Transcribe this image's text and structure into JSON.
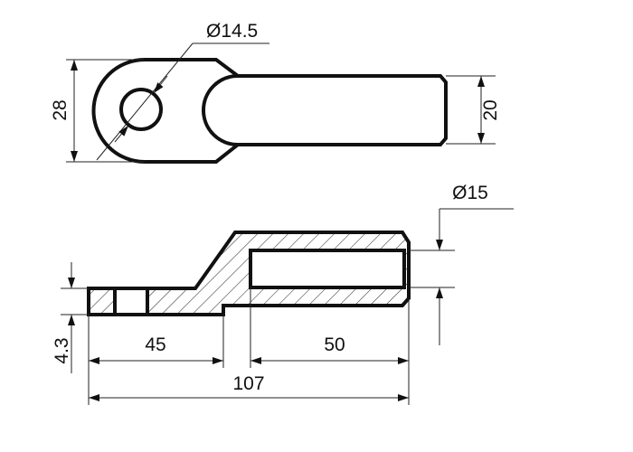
{
  "top_view": {
    "dims": {
      "height": "28",
      "hole_diameter": "Ø14.5",
      "shaft_width": "20"
    }
  },
  "section_view": {
    "dims": {
      "thickness": "4.3",
      "flat_length": "45",
      "bore_depth": "50",
      "total_length": "107",
      "bore_diameter": "Ø15"
    }
  },
  "colors": {
    "line": "#111111",
    "background": "#ffffff"
  }
}
